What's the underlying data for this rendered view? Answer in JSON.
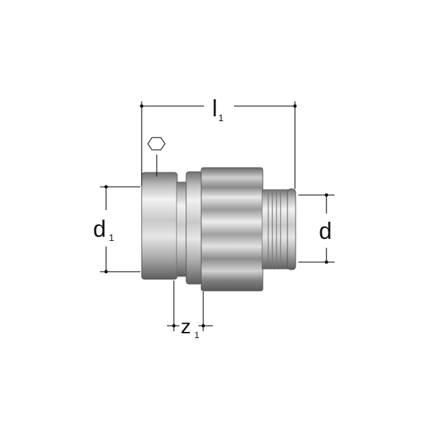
{
  "dimensions": {
    "l1": {
      "main": "l",
      "sub": "1"
    },
    "d1": {
      "main": "d",
      "sub": "1"
    },
    "d": {
      "main": "d"
    },
    "z1": {
      "main": "z",
      "sub": "1"
    }
  },
  "icons": {
    "wrench_flat": "hexagon-icon"
  },
  "colors": {
    "metal_light": "#e8e8e8",
    "metal_dark": "#6e6e6e",
    "line": "#222222"
  }
}
